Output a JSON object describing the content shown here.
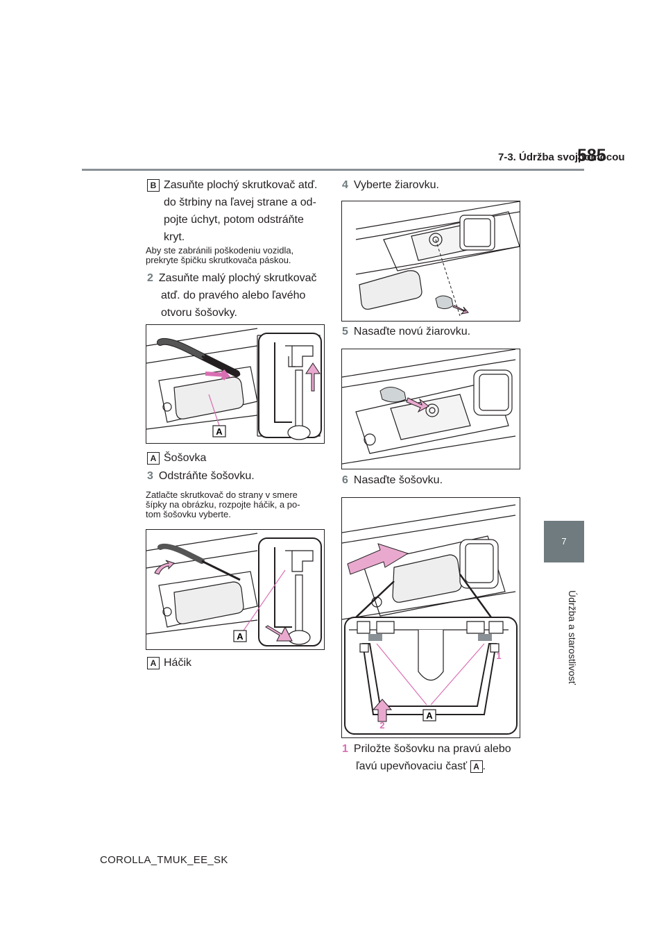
{
  "header": {
    "section": "7-3. Údržba svojpomocou",
    "page_number": "585"
  },
  "chapter_tab": {
    "number": "7",
    "title": "Údržba a starostlivosť"
  },
  "footer": {
    "doc_code": "COROLLA_TMUK_EE_SK"
  },
  "left_column": {
    "b_label": "B",
    "b_text_lines": [
      "Zasuňte plochý skrutkovač atď.",
      "do štrbiny na ľavej strane a od-",
      "pojte úchyt, potom odstráňte",
      "kryt."
    ],
    "b_note": [
      "Aby ste zabránili poškodeniu vozidla,",
      "prekryte špičku skrutkovača páskou."
    ],
    "step2": {
      "num": "2",
      "lines": [
        "Zasuňte malý plochý skrutkovač",
        "atď. do pravého alebo ľavého",
        "otvoru šošovky."
      ]
    },
    "fig1_callout": "A",
    "legend1": {
      "label": "A",
      "text": "Šošovka"
    },
    "step3": {
      "num": "3",
      "text": "Odstráňte šošovku."
    },
    "step3_note": [
      "Zatlačte skrutkovač do strany v smere",
      "šípky na obrázku, rozpojte háčik, a po-",
      "tom šošovku vyberte."
    ],
    "fig2_callout": "A",
    "legend2": {
      "label": "A",
      "text": "Háčik"
    }
  },
  "right_column": {
    "step4": {
      "num": "4",
      "text": "Vyberte žiarovku."
    },
    "step5": {
      "num": "5",
      "text": "Nasaďte novú žiarovku."
    },
    "step6": {
      "num": "6",
      "text": "Nasaďte šošovku."
    },
    "fig5_callouts": {
      "a": "A",
      "one": "1",
      "two": "2"
    },
    "step1": {
      "num": "1",
      "line1": "Priložte šošovku na pravú alebo",
      "line2_prefix": "ľavú upevňovaciu časť",
      "line2_label": "A",
      "line2_suffix": "."
    }
  },
  "colors": {
    "tab": "#6f7b7e",
    "accent_pink": "#d96fb3",
    "rule": "#8a9196"
  }
}
